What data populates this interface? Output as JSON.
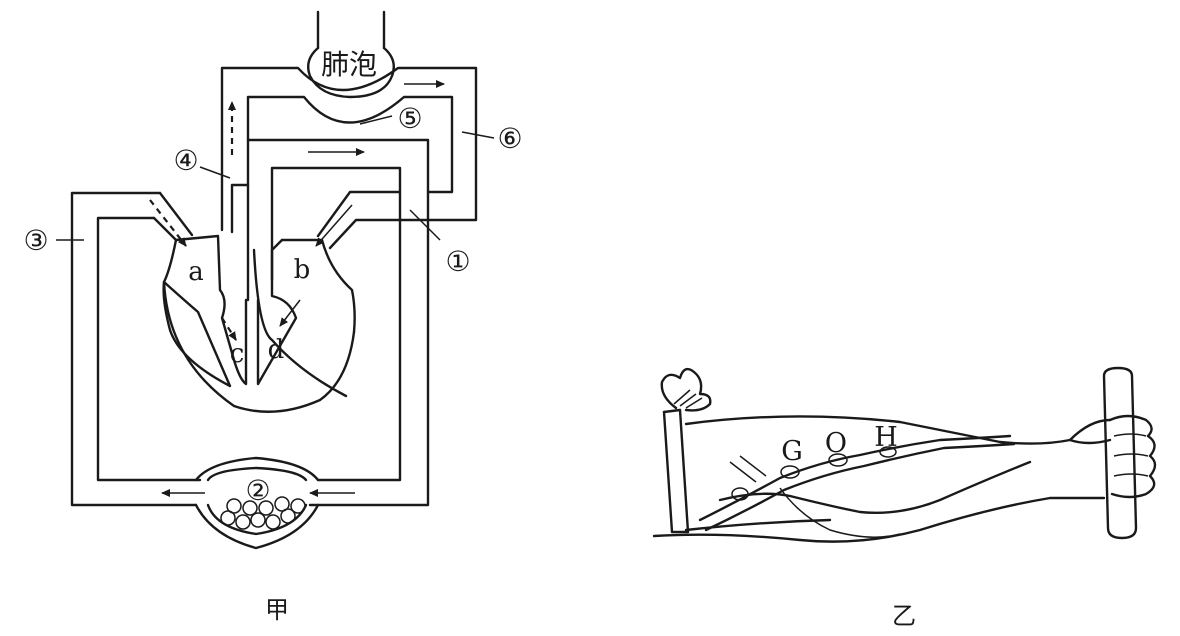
{
  "figure_jia": {
    "caption": "甲",
    "alveolus_label": "肺泡",
    "chambers": {
      "a": "a",
      "b": "b",
      "c": "c",
      "d": "d"
    },
    "vessels": {
      "v1": "①",
      "v2": "②",
      "v3": "③",
      "v4": "④",
      "v5": "⑤",
      "v6": "⑥"
    }
  },
  "figure_yi": {
    "caption": "乙",
    "points": {
      "g": "G",
      "o": "O",
      "h": "H"
    }
  },
  "colors": {
    "ink": "#1a1a1a",
    "background": "#ffffff"
  }
}
